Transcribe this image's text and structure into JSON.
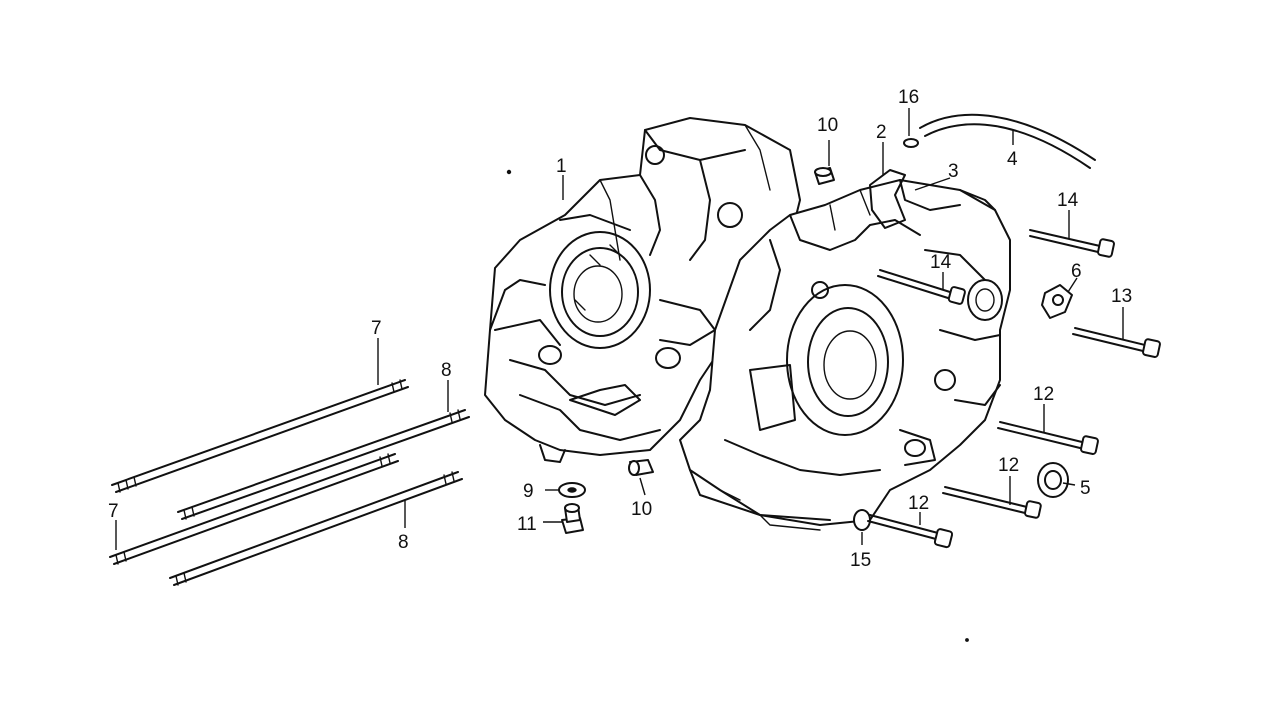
{
  "diagram": {
    "callouts": {
      "c1": "1",
      "c2": "2",
      "c3": "3",
      "c4": "4",
      "c5": "5",
      "c6": "6",
      "c7a": "7",
      "c7b": "7",
      "c8a": "8",
      "c8b": "8",
      "c9": "9",
      "c10a": "10",
      "c10b": "10",
      "c11": "11",
      "c12a": "12",
      "c12b": "12",
      "c12c": "12",
      "c13": "13",
      "c14a": "14",
      "c14b": "14",
      "c15": "15",
      "c16": "16"
    }
  }
}
